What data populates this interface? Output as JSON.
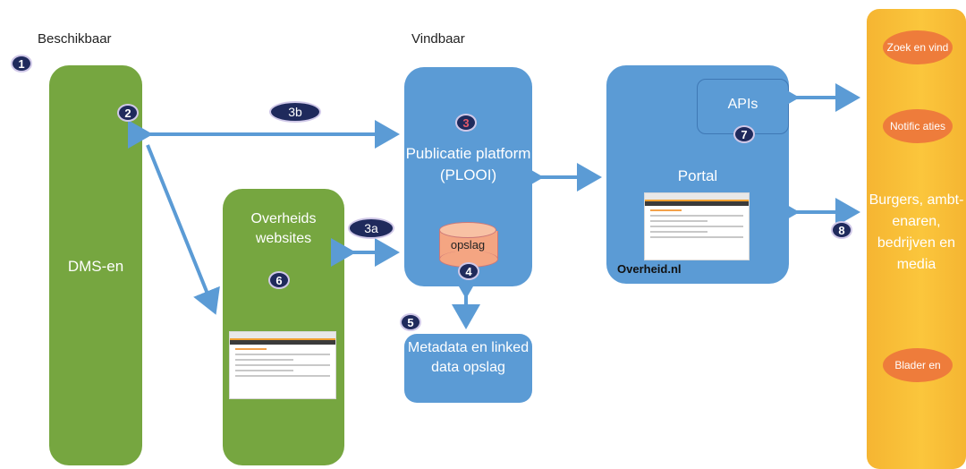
{
  "headings": {
    "left": "Beschikbaar",
    "middle": "Vindbaar"
  },
  "nodes": {
    "dms": "DMS-en",
    "overheids": "Overheids websites",
    "plooi": "Publicatie platform (PLOOI)",
    "opslag": "opslag",
    "metadata": "Metadata en linked data opslag",
    "portal": "Portal",
    "apis": "APIs",
    "overheid_nl": "Overheid.nl",
    "users": "Burgers, ambt-enaren, bedrijven en media"
  },
  "pills": {
    "zoek": "Zoek en vind",
    "notific": "Notific aties",
    "blader": "Blader en"
  },
  "badges": {
    "b1": "1",
    "b2": "2",
    "b3": "3",
    "b3a": "3a",
    "b3b": "3b",
    "b4": "4",
    "b5": "5",
    "b6": "6",
    "b7": "7",
    "b8": "8"
  },
  "colors": {
    "green": "#76a640",
    "blue": "#5b9bd5",
    "orange": "#fbc63c",
    "pill": "#ee7c3b",
    "arrow": "#5b9bd5",
    "badge": "#1f2a5c"
  }
}
